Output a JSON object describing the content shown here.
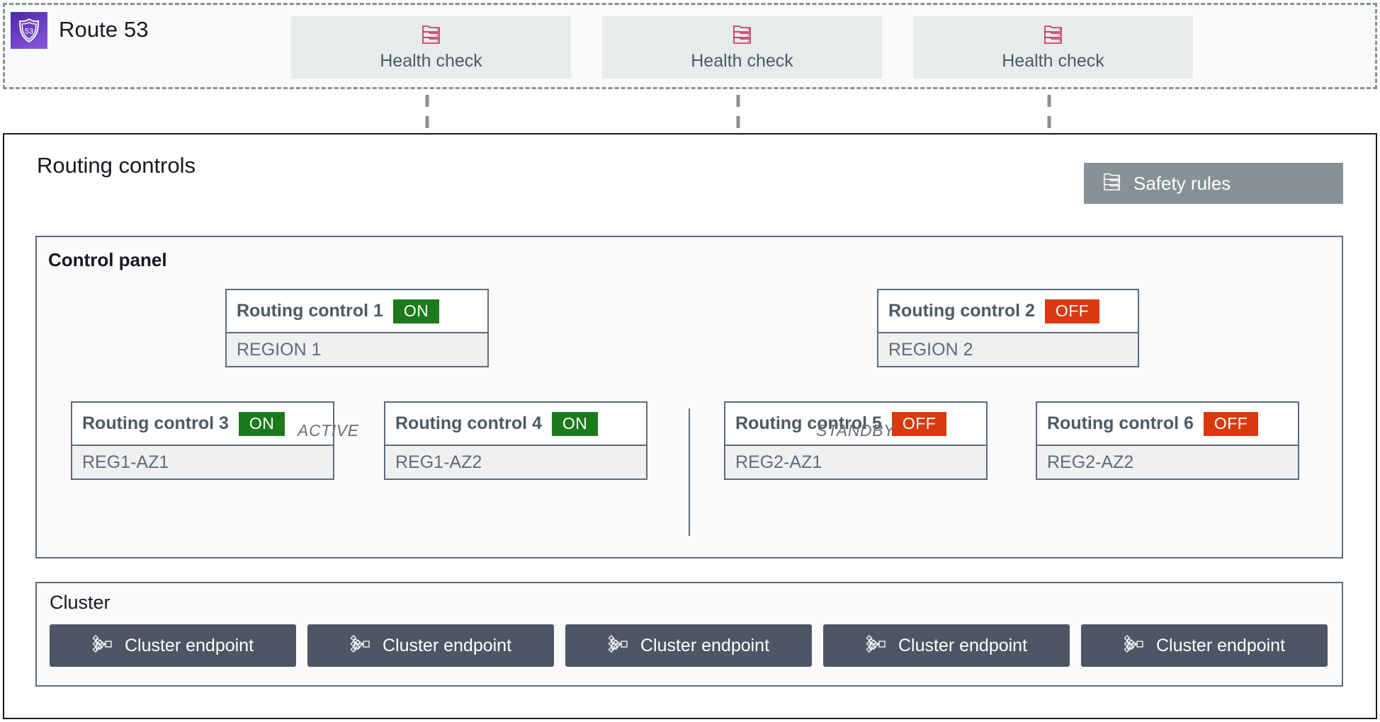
{
  "route53": {
    "title": "Route 53",
    "logo_icon": "route53-shield-icon",
    "logo_text": "53",
    "health_checks": [
      {
        "label": "Health check",
        "icon": "health-check-list-icon"
      },
      {
        "label": "Health check",
        "icon": "health-check-list-icon"
      },
      {
        "label": "Health check",
        "icon": "health-check-list-icon"
      }
    ]
  },
  "routing_controls": {
    "title": "Routing controls",
    "safety_rules": {
      "label": "Safety rules",
      "icon": "safety-rules-list-icon"
    },
    "control_panel": {
      "title": "Control panel",
      "environments": {
        "active": "ACTIVE",
        "standby": "STANDBY"
      },
      "cards": [
        {
          "name": "Routing control 1",
          "state": "ON",
          "region": "REGION 1"
        },
        {
          "name": "Routing control 2",
          "state": "OFF",
          "region": "REGION 2"
        },
        {
          "name": "Routing control 3",
          "state": "ON",
          "region": "REG1-AZ1"
        },
        {
          "name": "Routing control 4",
          "state": "ON",
          "region": "REG1-AZ2"
        },
        {
          "name": "Routing control 5",
          "state": "OFF",
          "region": "REG2-AZ1"
        },
        {
          "name": "Routing control 6",
          "state": "OFF",
          "region": "REG2-AZ2"
        }
      ]
    },
    "cluster": {
      "title": "Cluster",
      "endpoints": [
        {
          "label": "Cluster endpoint",
          "icon": "cluster-endpoint-network-icon"
        },
        {
          "label": "Cluster endpoint",
          "icon": "cluster-endpoint-network-icon"
        },
        {
          "label": "Cluster endpoint",
          "icon": "cluster-endpoint-network-icon"
        },
        {
          "label": "Cluster endpoint",
          "icon": "cluster-endpoint-network-icon"
        },
        {
          "label": "Cluster endpoint",
          "icon": "cluster-endpoint-network-icon"
        }
      ]
    }
  },
  "colors": {
    "on_green": "#1c7a1c",
    "off_red": "#d9390f",
    "health_check_pink": "#c7285c",
    "route53_purple": "#7a3fd6",
    "safety_rules_grey": "#879196",
    "cluster_endpoint_slate": "#4c5664",
    "border_slate": "#5f6b7a",
    "dashed_grey": "#879196"
  }
}
